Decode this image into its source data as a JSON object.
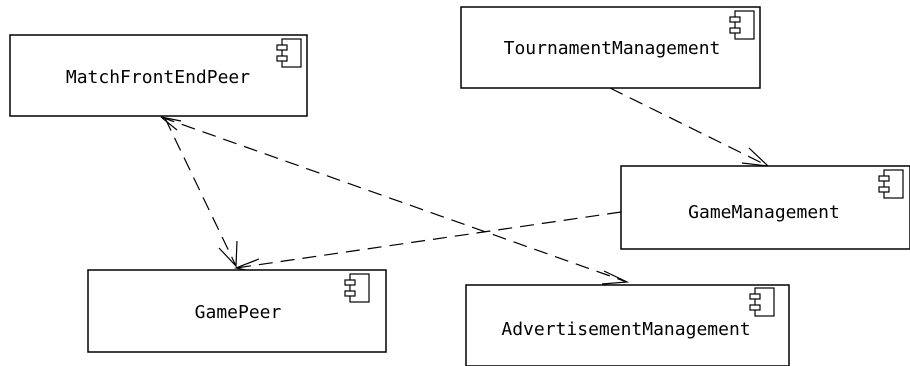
{
  "components": [
    {
      "id": "match-front-end-peer",
      "name": "MatchFrontEndPeer",
      "icon": "uml-component-icon"
    },
    {
      "id": "tournament-management",
      "name": "TournamentManagement",
      "icon": "uml-component-icon"
    },
    {
      "id": "game-management",
      "name": "GameManagement",
      "icon": "uml-component-icon"
    },
    {
      "id": "game-peer",
      "name": "GamePeer",
      "icon": "uml-component-icon"
    },
    {
      "id": "advertisement-management",
      "name": "AdvertisementManagement",
      "icon": "uml-component-icon"
    }
  ],
  "dependencies": [
    {
      "from": "MatchFrontEndPeer",
      "to": "GamePeer",
      "style": "dashed-open-arrow"
    },
    {
      "from": "MatchFrontEndPeer",
      "to": "AdvertisementManagement",
      "style": "dashed-open-arrow"
    },
    {
      "from": "TournamentManagement",
      "to": "GameManagement",
      "style": "dashed-open-arrow"
    },
    {
      "from": "GameManagement",
      "to": "GamePeer",
      "style": "dashed-open-arrow"
    }
  ],
  "colors": {
    "line": "#000000",
    "background": "#ffffff"
  }
}
